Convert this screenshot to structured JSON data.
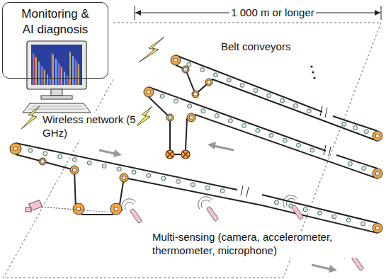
{
  "diagram": {
    "nodes": [
      {
        "text": [
          "Monitoring & AI diagnosis"
        ]
      }
    ],
    "labels": [
      "1 000 m or longer",
      "Belt conveyors",
      "Wireless network (5 GHz)",
      "Multi-sensing (camera, accelerometer, thermometer, microphone)"
    ]
  }
}
